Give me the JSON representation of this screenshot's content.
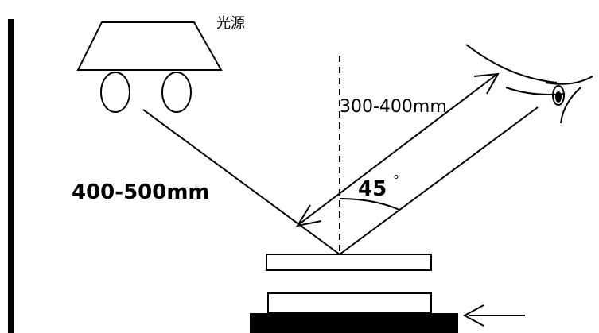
{
  "light_source_label": "光源",
  "incident_distance_label": "400-500mm",
  "view_distance_label": "300-400mm",
  "angle_label": "45",
  "degree_symbol": "°"
}
